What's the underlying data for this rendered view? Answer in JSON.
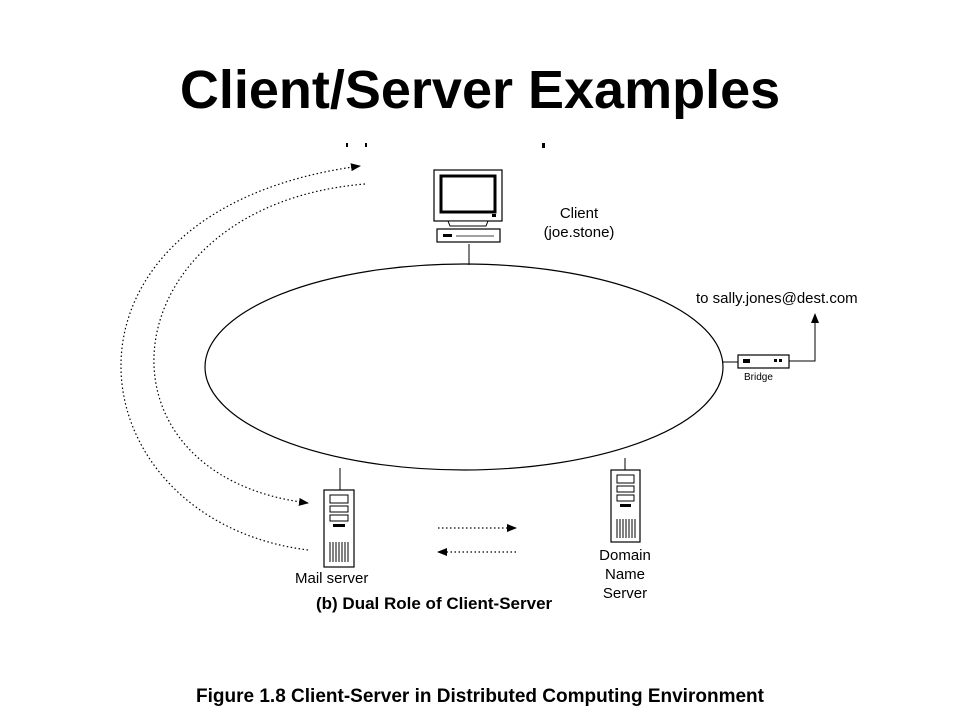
{
  "slide": {
    "title": "Client/Server Examples"
  },
  "diagram": {
    "client_label_line1": "Client",
    "client_label_line2": "(joe.stone)",
    "email_label": "to sally.jones@dest.com",
    "bridge_label": "Bridge",
    "mail_server_label": "Mail server",
    "dns_label_line1": "Domain",
    "dns_label_line2": "Name",
    "dns_label_line3": "Server",
    "subcaption": "(b) Dual Role of Client-Server",
    "figure_caption": "Figure 1.8 Client-Server in Distributed Computing Environment"
  }
}
